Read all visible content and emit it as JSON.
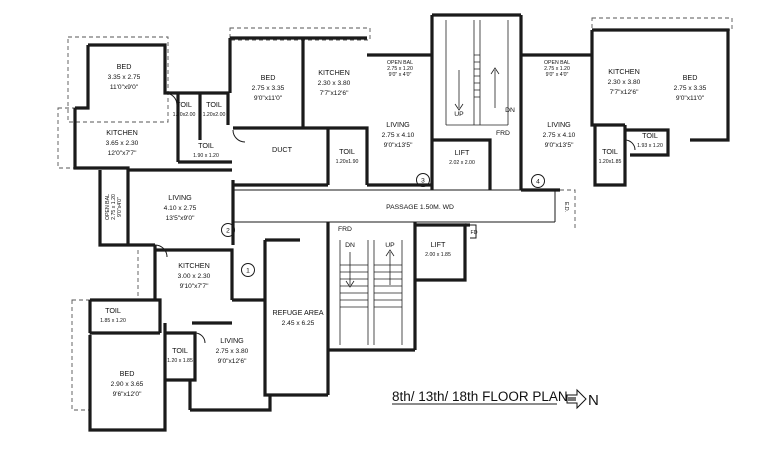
{
  "title": "8th/ 13th/ 18th  FLOOR PLAN",
  "north_label": "N",
  "passage": "PASSAGE 1.50M. WD",
  "frd_labels": [
    "FRD",
    "FRD"
  ],
  "fd_label": "FD",
  "ed_label": "E.D.",
  "stairs": {
    "left": {
      "dn": "DN",
      "up": "UP"
    },
    "right": {
      "up": "UP",
      "dn": "DN"
    }
  },
  "units": [
    "1",
    "2",
    "3",
    "4"
  ],
  "rooms": {
    "bed_a": {
      "name": "BED",
      "dim1": "3.35 x 2.75",
      "dim2": "11'0\"x9'0\""
    },
    "toil_a1": {
      "name": "TOIL",
      "dim1": "1.20x2.00"
    },
    "toil_a2": {
      "name": "TOIL",
      "dim1": "1.20x2.00"
    },
    "kitchen_a": {
      "name": "KITCHEN",
      "dim1": "3.65 x 2.30",
      "dim2": "12'0\"x7'7\""
    },
    "toil_a3": {
      "name": "TOIL",
      "dim1": "1.90 x 1.20"
    },
    "living_a": {
      "name": "LIVING",
      "dim1": "4.10 x 2.75",
      "dim2": "13'5\"x9'0\""
    },
    "open_bal_a": {
      "name": "OPEN BAL",
      "dim1": "2.75 x 1.20",
      "dim2": "9'0\"x4'0\""
    },
    "bed_b": {
      "name": "BED",
      "dim1": "2.75 x 3.35",
      "dim2": "9'0\"x11'0\""
    },
    "kitchen_b": {
      "name": "KITCHEN",
      "dim1": "2.30 x 3.80",
      "dim2": "7'7\"x12'6\""
    },
    "open_bal_b": {
      "name": "OPEN BAL",
      "dim1": "2.75 x 1.20",
      "dim2": "9'0\" x 4'0\""
    },
    "living_b": {
      "name": "LIVING",
      "dim1": "2.75 x 4.10",
      "dim2": "9'0\"x13'5\""
    },
    "duct": {
      "name": "DUCT"
    },
    "toil_b": {
      "name": "TOIL",
      "dim1": "1.20x1.90"
    },
    "lift_a": {
      "name": "LIFT",
      "dim1": "2.02 x 2.00"
    },
    "open_bal_c": {
      "name": "OPEN BAL",
      "dim1": "2.75 x 1.20",
      "dim2": "9'0\" x 4'0\""
    },
    "kitchen_c": {
      "name": "KITCHEN",
      "dim1": "2.30 x 3.80",
      "dim2": "7'7\"x12'6\""
    },
    "bed_c": {
      "name": "BED",
      "dim1": "2.75 x 3.35",
      "dim2": "9'0\"x11'0\""
    },
    "living_c": {
      "name": "LIVING",
      "dim1": "2.75 x 4.10",
      "dim2": "9'0\"x13'5\""
    },
    "toil_c1": {
      "name": "TOIL",
      "dim1": "1.20x1.85"
    },
    "toil_c2": {
      "name": "TOIL",
      "dim1": "1.93 x 1.20"
    },
    "kitchen_d": {
      "name": "KITCHEN",
      "dim1": "3.00 x 2.30",
      "dim2": "9'10\"x7'7\""
    },
    "lift_b": {
      "name": "LIFT",
      "dim1": "2.00 x 1.85"
    },
    "refuge": {
      "name": "REFUGE AREA",
      "dim1": "2.45 x 6.25"
    },
    "toil_d1": {
      "name": "TOIL",
      "dim1": "1.85 x 1.20"
    },
    "bed_d": {
      "name": "BED",
      "dim1": "2.90 x 3.65",
      "dim2": "9'6\"x12'0\""
    },
    "toil_d2": {
      "name": "TOIL",
      "dim1": "1.20 x 1.85"
    },
    "living_d": {
      "name": "LIVING",
      "dim1": "2.75 x 3.80",
      "dim2": "9'0\"x12'6\""
    }
  }
}
